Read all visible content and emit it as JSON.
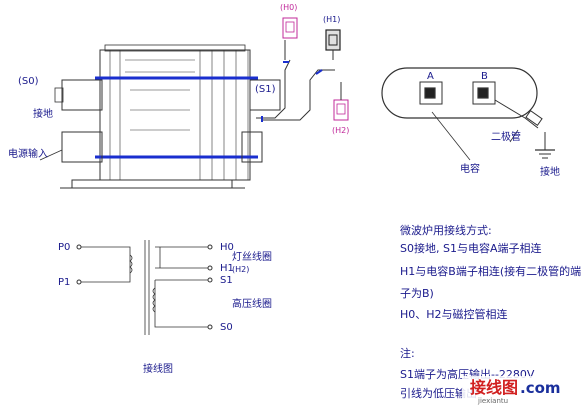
{
  "transformer": {
    "s0": "(S0)",
    "ground": "接地",
    "power_input": "电源输入",
    "s1": "(S1)",
    "h0": "(H0)",
    "h1": "(H1)",
    "h2": "(H2)"
  },
  "capacitor": {
    "a": "A",
    "b": "B",
    "diode": "二极管",
    "cap": "电容",
    "ground": "接地"
  },
  "schematic": {
    "p0": "P0",
    "p1": "P1",
    "h0": "H0",
    "h1": "H1",
    "h2": "(H2)",
    "s1": "S1",
    "s0": "S0",
    "filament": "灯丝线圈",
    "hv": "高压线圈",
    "caption": "接线图"
  },
  "notes": {
    "title": "微波炉用接线方式:",
    "line1": "S0接地, S1与电容A端子相连",
    "line2": "H1与电容B端子相连(接有二极管的端",
    "line3": "子为B)",
    "line4": "H0、H2与磁控管相连",
    "note_label": "注:",
    "line5": "S1端子为高压输出--2280V",
    "line6": "引线为低压输出"
  },
  "watermark": {
    "cn": "接线图",
    "dot": ".com",
    "sub": "jiexiantu"
  }
}
